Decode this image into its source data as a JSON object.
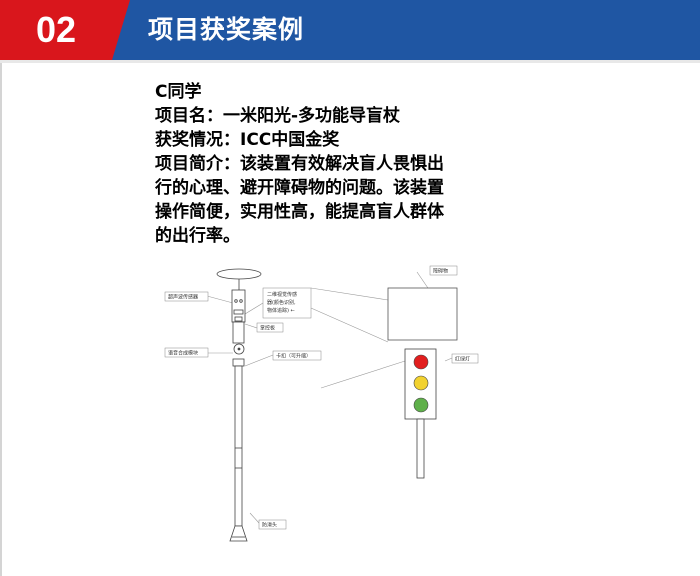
{
  "header": {
    "number": "02",
    "title": "项目获奖案例"
  },
  "profile": {
    "student": "C同学",
    "project_name": "项目名：一米阳光-多功能导盲杖",
    "award": "获奖情况：ICC中国金奖",
    "intro_line1": "项目简介：该装置有效解决盲人畏惧出",
    "intro_line2": "行的心理、避开障碍物的问题。该装置",
    "intro_line3": "操作简便，实用性高，能提高盲人群体",
    "intro_line4": "的出行率。"
  },
  "diagram": {
    "label_ultrasonic": "超声波传感器",
    "label_camera_1": "二维视觉传感",
    "label_camera_2": "器(颜色识别,",
    "label_camera_3": "物体追踪) ←",
    "label_control": "掌控板",
    "label_voice": "语音合成模块",
    "label_clip": "卡扣（可升缩）",
    "label_obstacle": "障碍物",
    "label_traffic_light": "红绿灯",
    "label_antislip": "防滑头",
    "colors": {
      "red": "#e21e1e",
      "yellow": "#f2d230",
      "green": "#5fb04a"
    }
  },
  "colors": {
    "header_blue": "#1f56a3",
    "number_red": "#d9161c"
  }
}
